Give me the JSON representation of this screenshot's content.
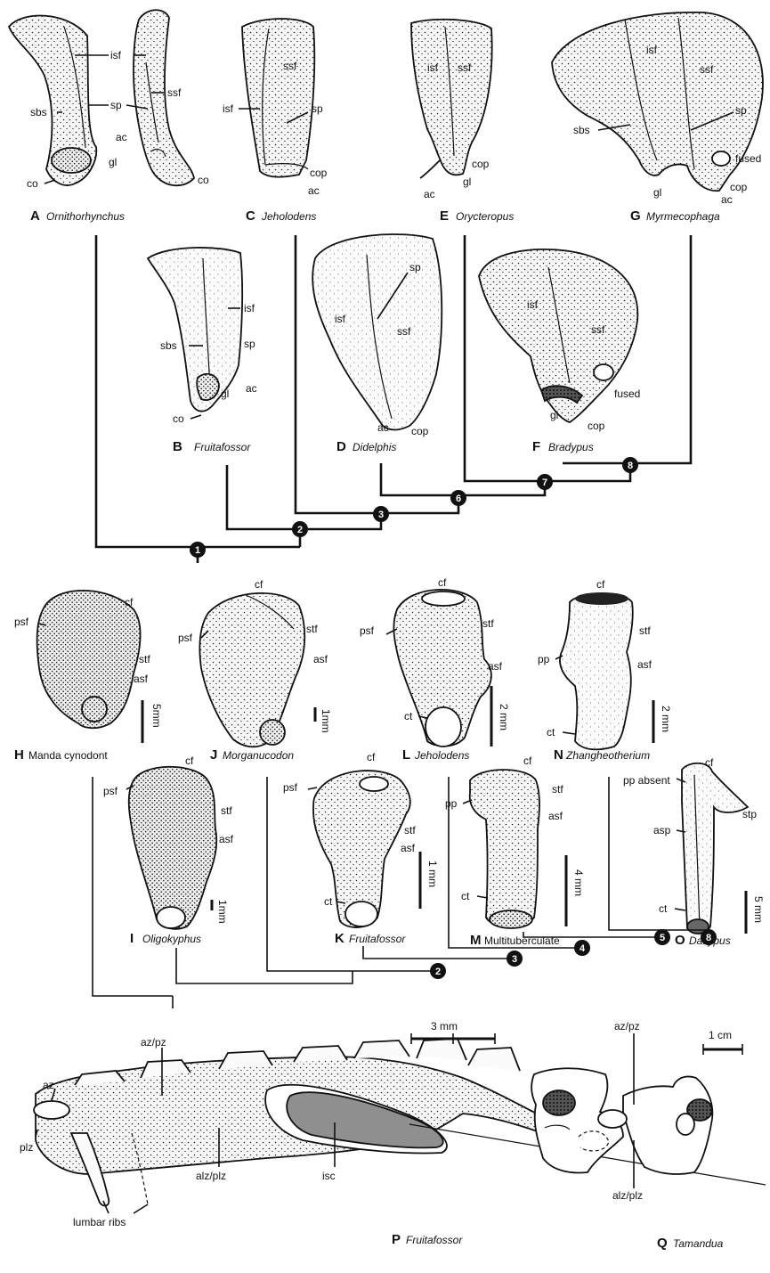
{
  "colors": {
    "ink": "#111111",
    "bone_fill": "#f4f4f4",
    "stipple": "#222222",
    "isc_fill": "#8f8f8f",
    "node_fill": "#111111"
  },
  "scapulae": {
    "A": {
      "letter": "A",
      "name": "Ornithorhynchus",
      "labels": [
        "isf",
        "ssf",
        "sbs",
        "sp",
        "ac",
        "gl",
        "co",
        "co"
      ]
    },
    "B": {
      "letter": "B",
      "name": "Fruitafossor",
      "labels": [
        "isf",
        "sbs",
        "sp",
        "ac",
        "gl",
        "co"
      ]
    },
    "C": {
      "letter": "C",
      "name": "Jeholodens",
      "labels": [
        "ssf",
        "isf",
        "sp",
        "cop",
        "ac"
      ]
    },
    "D": {
      "letter": "D",
      "name": "Didelphis",
      "labels": [
        "sp",
        "isf",
        "ssf",
        "ac",
        "cop"
      ]
    },
    "E": {
      "letter": "E",
      "name": "Orycteropus",
      "labels": [
        "isf",
        "ssf",
        "cop",
        "gl",
        "ac"
      ]
    },
    "F": {
      "letter": "F",
      "name": "Bradypus",
      "labels": [
        "isf",
        "ssf",
        "fused",
        "gl",
        "cop"
      ]
    },
    "G": {
      "letter": "G",
      "name": "Myrmecophaga",
      "labels": [
        "isf",
        "ssf",
        "sp",
        "sbs",
        "fused",
        "gl",
        "cop",
        "ac"
      ]
    }
  },
  "humeri": {
    "H": {
      "letter": "H",
      "name": "Manda cynodont",
      "labels": [
        "cf",
        "psf",
        "stf",
        "asf"
      ],
      "scale": "5mm"
    },
    "J": {
      "letter": "J",
      "name": "Morganucodon",
      "labels": [
        "cf",
        "stf",
        "psf",
        "asf"
      ],
      "scale": "1mm"
    },
    "L": {
      "letter": "L",
      "name": "Jeholodens",
      "labels": [
        "cf",
        "stf",
        "psf",
        "asf",
        "ct"
      ],
      "scale": "2 mm"
    },
    "N": {
      "letter": "N",
      "name": "Zhangheotherium",
      "labels": [
        "cf",
        "stf",
        "pp",
        "asf",
        "ct"
      ],
      "scale": "2 mm"
    },
    "I": {
      "letter": "I",
      "name": "Oligokyphus",
      "labels": [
        "cf",
        "psf",
        "stf",
        "asf"
      ],
      "scale": "1mm"
    },
    "K": {
      "letter": "K",
      "name": "Fruitafossor",
      "labels": [
        "cf",
        "psf",
        "stf",
        "asf",
        "ct"
      ],
      "scale": "1 mm"
    },
    "M": {
      "letter": "M",
      "name": "Multituberculate",
      "labels": [
        "cf",
        "stf",
        "pp",
        "asf",
        "ct"
      ],
      "scale": "4 mm"
    },
    "O": {
      "letter": "O",
      "name": "Dasypus",
      "labels": [
        "cf",
        "pp absent",
        "stp",
        "asp",
        "ct"
      ],
      "scale": "5 mm"
    }
  },
  "nodes": {
    "top": [
      "1",
      "2",
      "3",
      "6",
      "7",
      "8"
    ],
    "bottom": [
      "2",
      "3",
      "4",
      "5",
      "8"
    ]
  },
  "vertebrae": {
    "P": {
      "letter": "P",
      "name": "Fruitafossor",
      "scale": "3 mm",
      "labels": [
        "az/pz",
        "az",
        "plz",
        "alz/plz",
        "isc",
        "lumbar ribs"
      ]
    },
    "Q": {
      "letter": "Q",
      "name": "Tamandua",
      "scale": "1 cm",
      "labels": [
        "az/pz",
        "alz/plz"
      ]
    }
  }
}
